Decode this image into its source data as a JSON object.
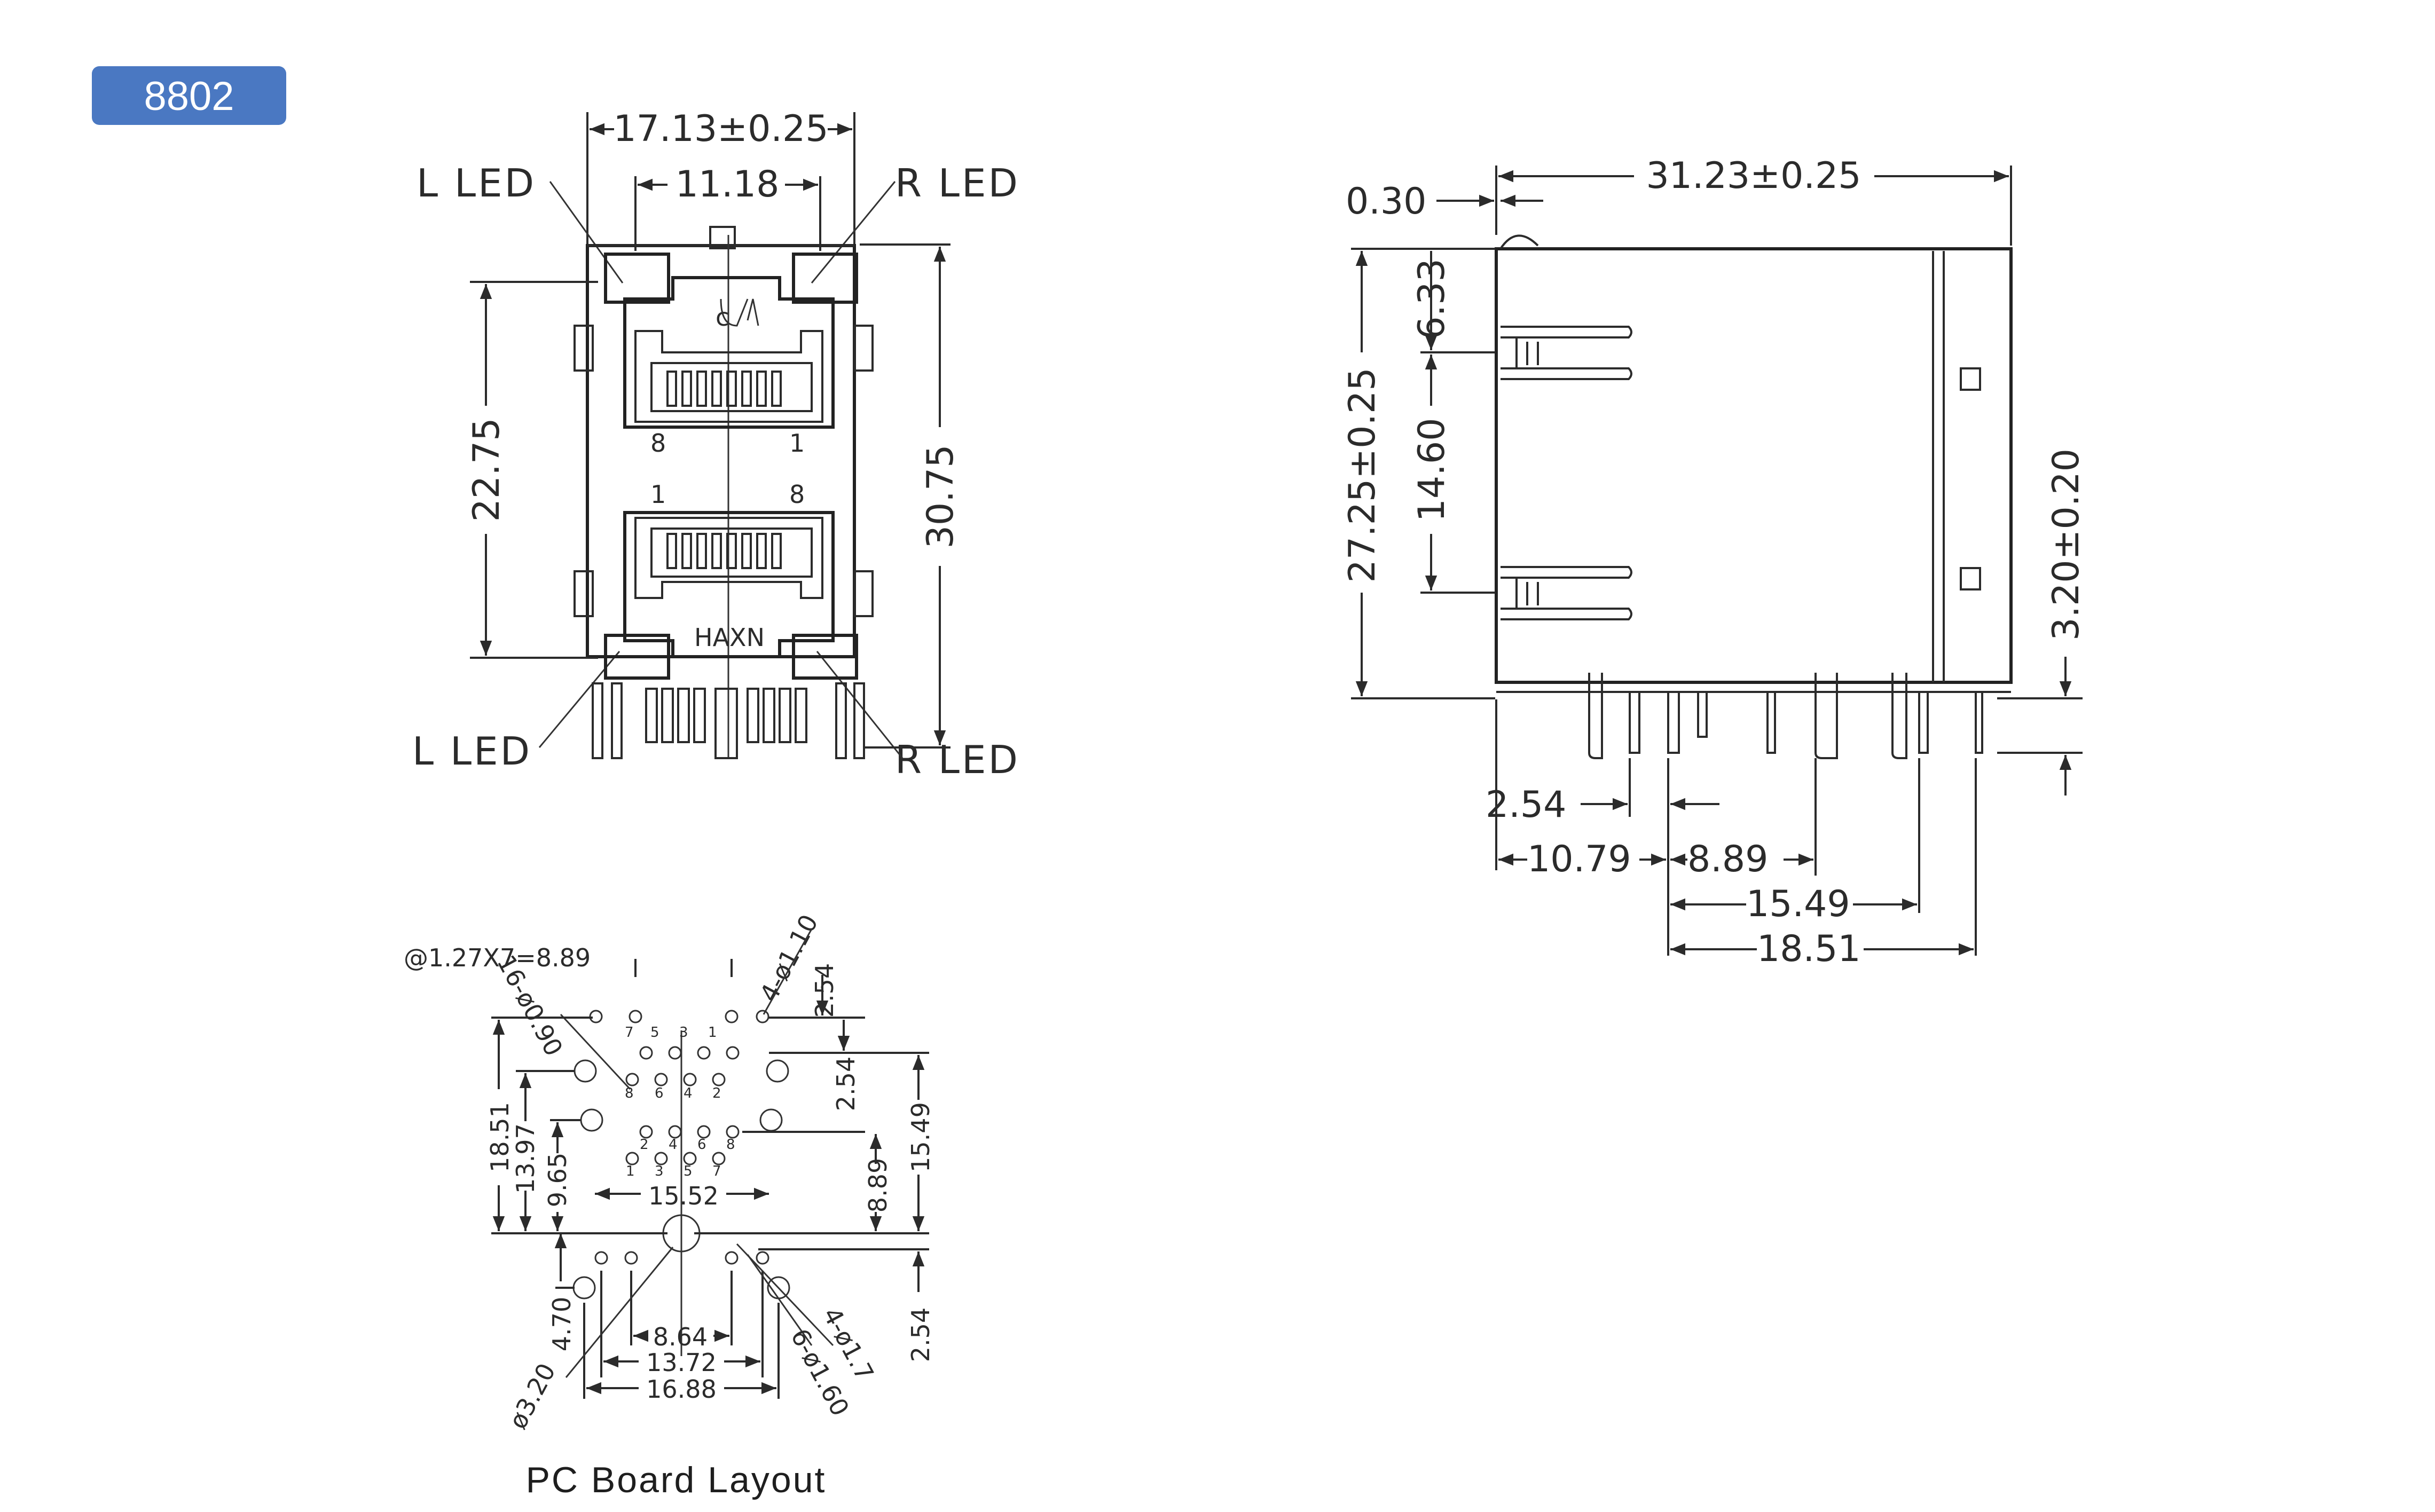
{
  "badge": {
    "label": "8802",
    "color": "#4a78c2"
  },
  "front_view": {
    "labels": {
      "l_led_top": "L LED",
      "r_led_top": "R LED",
      "l_led_bottom": "L LED",
      "r_led_bottom": "R LED",
      "marking": "HAXN",
      "pin_8_top": "8",
      "pin_1_top": "1",
      "pin_1_bottom": "1",
      "pin_8_bottom": "8"
    },
    "dims": {
      "overall_width": "17.13±0.25",
      "led_spacing": "11.18",
      "port_height": "22.75",
      "overall_height": "30.75"
    }
  },
  "side_view": {
    "dims": {
      "length": "31.23±0.25",
      "offset": "0.30",
      "height": "27.25±0.25",
      "d1": "6.33",
      "d2": "14.60",
      "pin_len": "3.20±0.20",
      "p1": "2.54",
      "p2": "10.79",
      "p3": "8.89",
      "p4": "15.49",
      "p5": "18.51"
    }
  },
  "pcb_layout": {
    "title": "PC Board Layout",
    "dims": {
      "pitch": "@1.27X7=8.89",
      "holes_small": "16-ø0.90",
      "holes_led": "4-ø1.10",
      "v1": "2.54",
      "v2": "2.54",
      "h1": "18.51",
      "h2": "13.97",
      "h3": "9.65",
      "h4": "15.52",
      "h5": "8.89",
      "h6": "15.49",
      "b1": "4.70",
      "b2": "8.64",
      "b3": "13.72",
      "b4": "16.88",
      "big_hole": "ø3.20",
      "mount_holes": "4-ø1.7",
      "mount_holes2": "6-ø1.60",
      "b5": "2.54"
    }
  }
}
